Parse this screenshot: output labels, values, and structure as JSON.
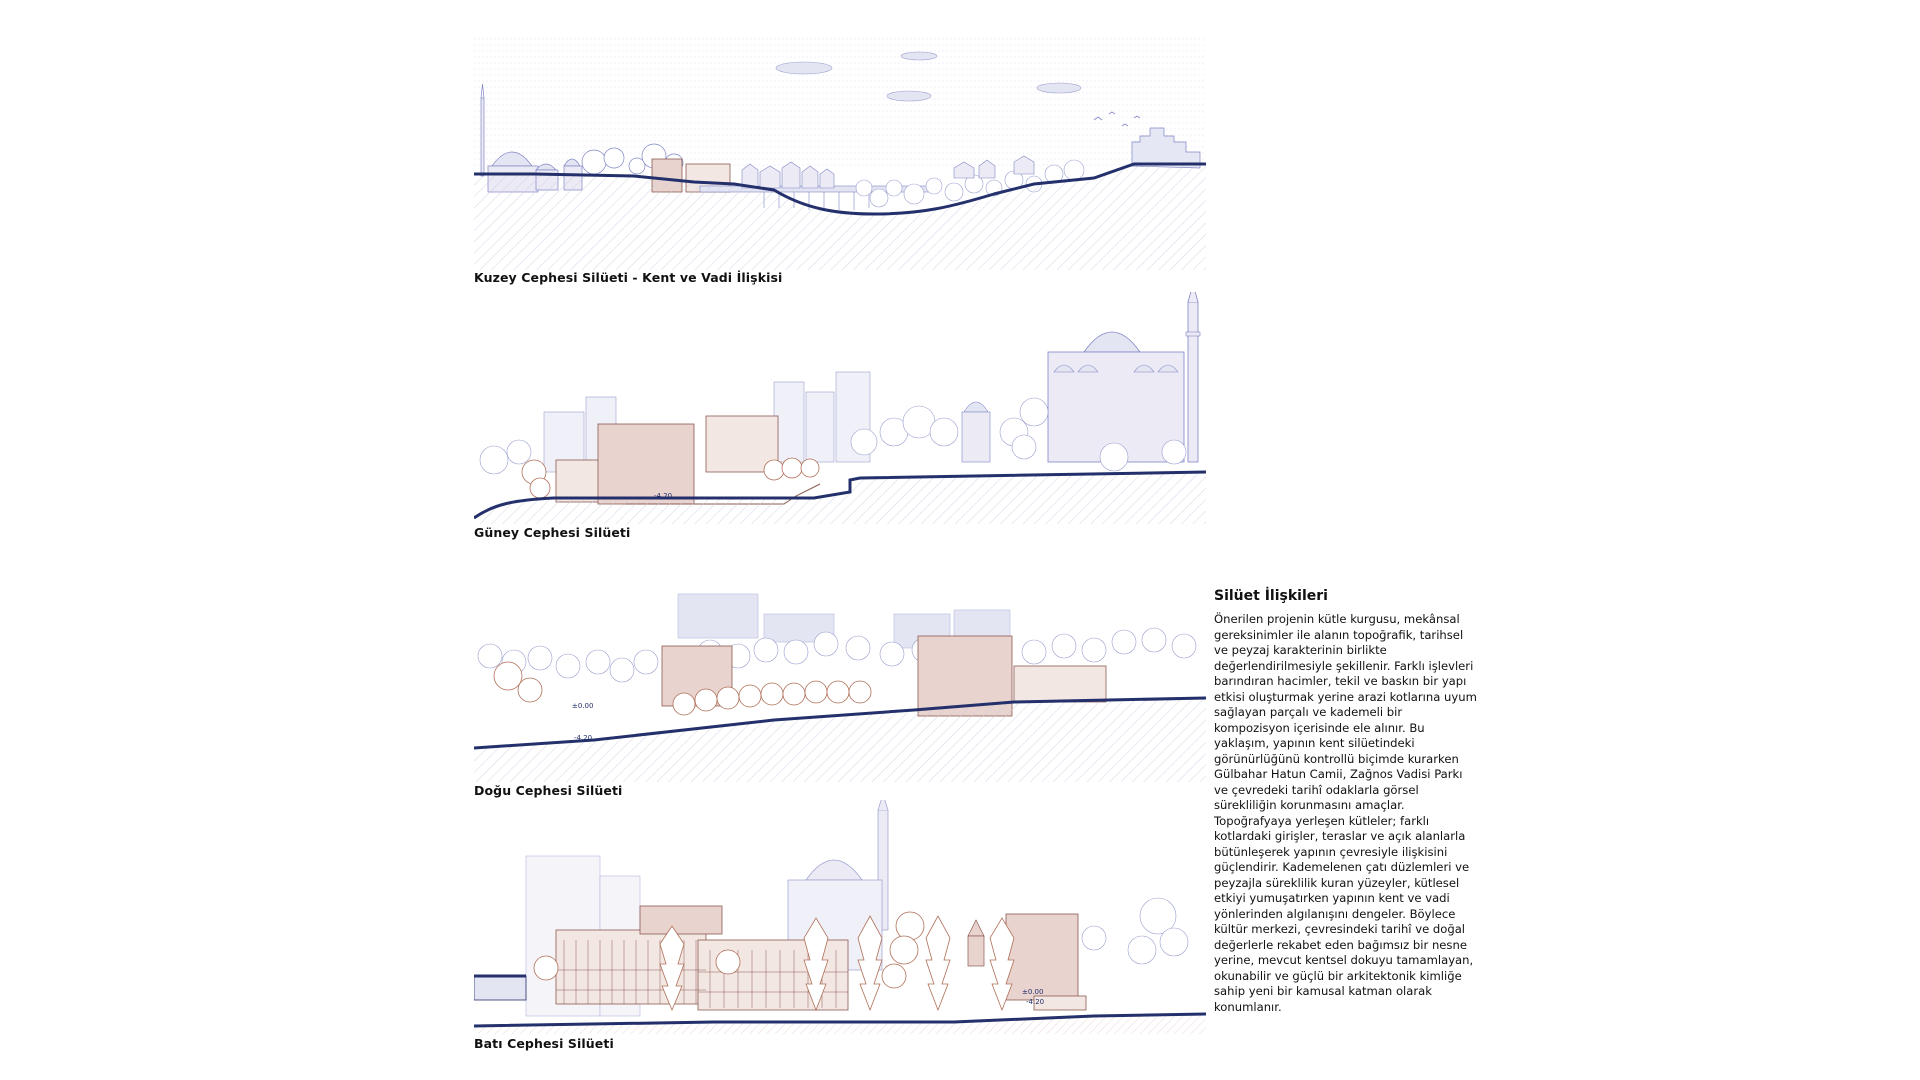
{
  "sections": {
    "north": {
      "caption": "Kuzey Cephesi Silüeti - Kent ve Vadi İlişkisi"
    },
    "south": {
      "caption": "Güney Cephesi Silüeti",
      "level": "-4.20"
    },
    "east": {
      "caption": "Doğu Cephesi Silüeti",
      "level_upper": "±0.00",
      "level_lower": "-4.20"
    },
    "west": {
      "caption": "Batı Cephesi Silüeti",
      "level_upper": "±0.00",
      "level_lower": "-4.20"
    }
  },
  "text": {
    "title": "Silüet İlişkileri",
    "body": "Önerilen projenin kütle kurgusu, mekânsal gereksinimler ile alanın topoğrafik, tarihsel ve peyzaj karakterinin birlikte değerlendirilmesiyle şekillenir. Farklı işlevleri barındıran hacimler, tekil ve baskın bir yapı etkisi oluşturmak yerine arazi kotlarına uyum sağlayan parçalı ve kademeli bir kompozisyon içerisinde ele alınır. Bu yaklaşım, yapının kent silüetindeki görünürlüğünü kontrollü biçimde kurarken Gülbahar Hatun Camii, Zağnos Vadisi Parkı ve çevredeki tarihî odaklarla görsel sürekliliğin korunmasını amaçlar. Topoğrafyaya yerleşen kütleler; farklı kotlardaki girişler, teraslar ve açık alanlarla bütünleşerek yapının çevresiyle ilişkisini güçlendirir. Kademelenen çatı düzlemleri ve peyzajla süreklilik kuran yüzeyler, kütlesel etkiyi yumuşatırken yapının kent ve vadi yönlerinden algılanışını dengeler. Böylece kültür merkezi, çevresindeki tarihî ve doğal değerlerle rekabet eden bağımsız bir nesne yerine, mevcut kentsel dokuyu tamamlayan, okunabilir ve güçlü bir arkitektonik kimliğe sahip yeni bir kamusal katman olarak konumlanır."
  },
  "colors": {
    "ground_line": "#24306b",
    "context_lines": "#7f86c4",
    "context_fill": "#e6e7f4",
    "building_fill": "#e8d3cf",
    "building_stroke": "#8c5a50",
    "tree_new": "#b07058",
    "hatch": "#c6c9dc"
  }
}
